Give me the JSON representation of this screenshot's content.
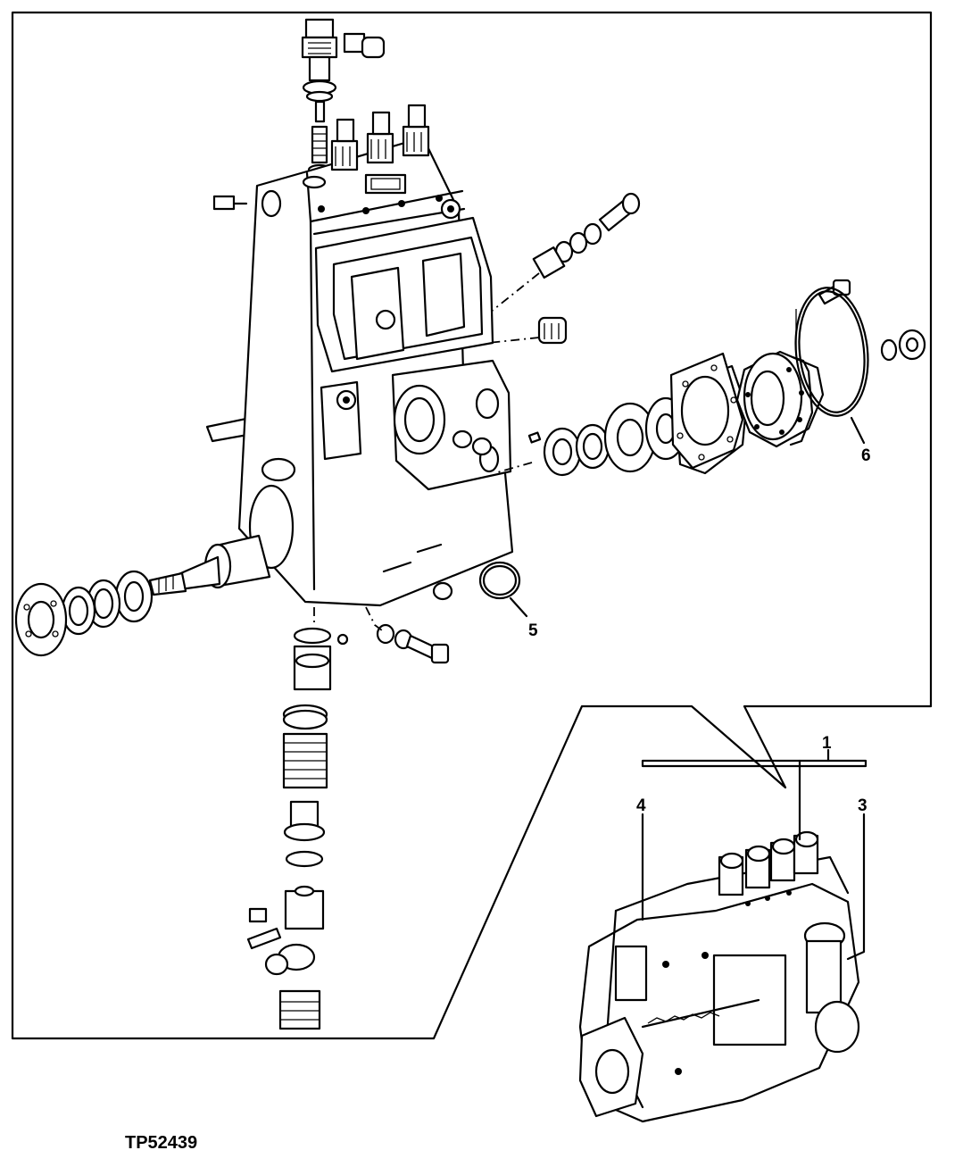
{
  "figure_id": "TP52439",
  "callouts": {
    "c1": "1",
    "c3": "3",
    "c4": "4",
    "c5": "5",
    "c6": "6"
  }
}
